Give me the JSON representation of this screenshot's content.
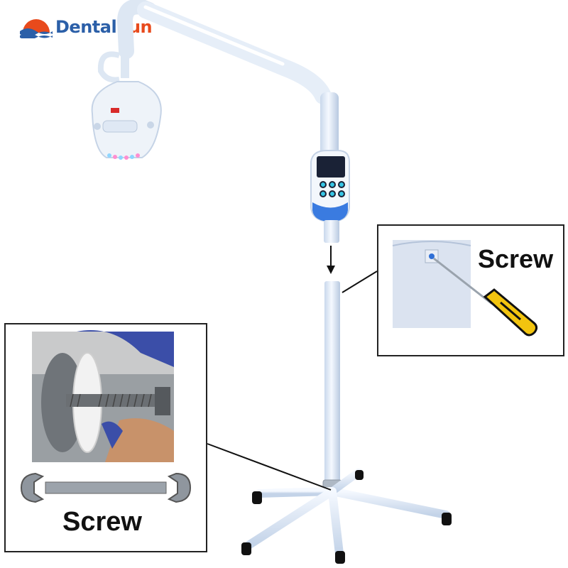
{
  "brand": {
    "name_part1": "Dental",
    "name_part2": "Sun",
    "logo_mark": "wave-sun-logo"
  },
  "callouts": {
    "top_right": {
      "label": "Screw",
      "tool_icon": "screwdriver-icon"
    },
    "bottom_left": {
      "label": "Screw",
      "tool_icon": "wrench-icon"
    }
  },
  "colors": {
    "brand_blue": "#2b5fa8",
    "brand_orange": "#e84a1c",
    "lamp_white": "#eef3f9",
    "panel_dark": "#1a2236",
    "button_cyan": "#36c6e6",
    "screwdriver_yellow": "#f2c40f"
  }
}
